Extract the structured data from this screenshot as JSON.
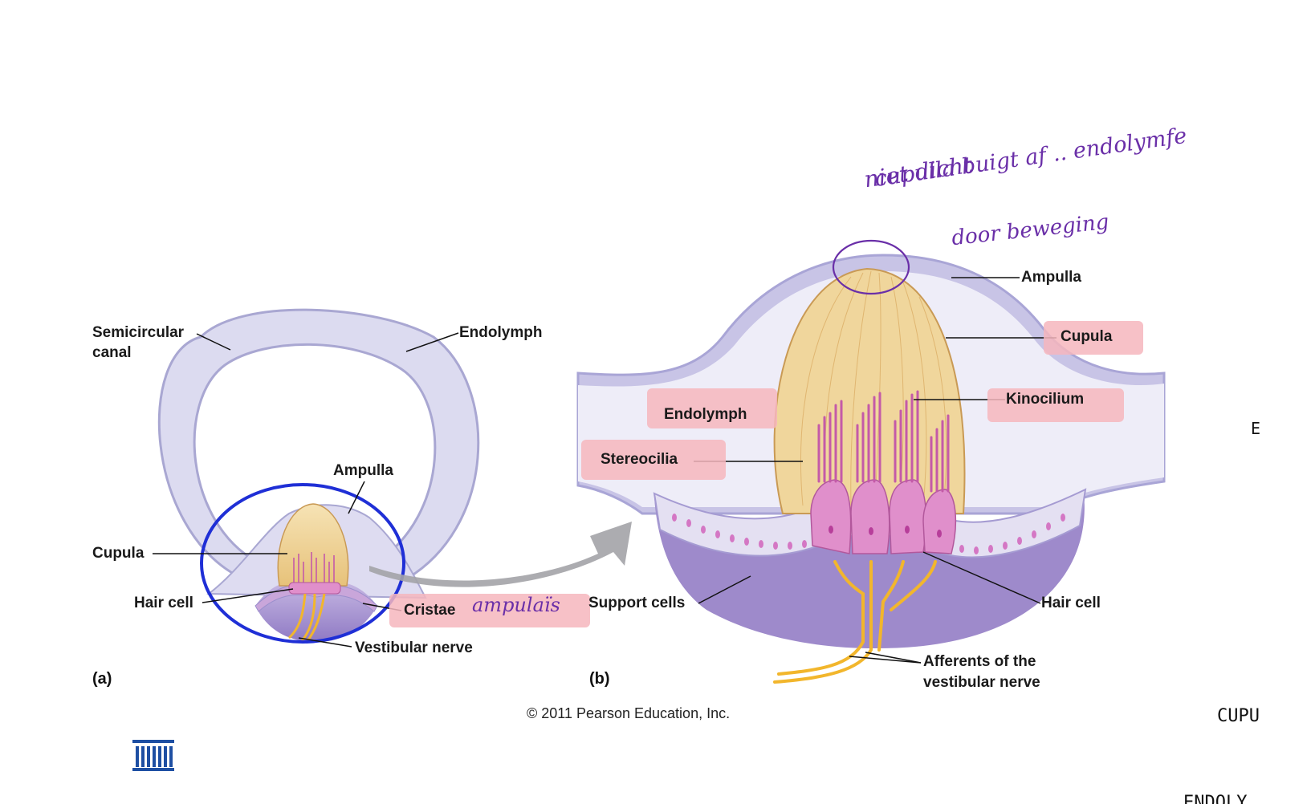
{
  "panel_a": {
    "letter": "(a)",
    "labels": {
      "semicircular_canal_1": "Semicircular",
      "semicircular_canal_2": "canal",
      "endolymph": "Endolymph",
      "ampulla": "Ampulla",
      "cupula": "Cupula",
      "hair_cell": "Hair cell",
      "cristae": "Cristae",
      "vestibular_nerve": "Vestibular nerve"
    }
  },
  "panel_b": {
    "letter": "(b)",
    "labels": {
      "ampulla": "Ampulla",
      "cupula": "Cupula",
      "kinocilium": "Kinocilium",
      "endolymph": "Endolymph",
      "stereocilia": "Stereocilia",
      "support_cells": "Support cells",
      "hair_cell": "Hair cell",
      "afferents_1": "Afferents of the",
      "afferents_2": "vestibular nerve"
    }
  },
  "copyright": "© 2011 Pearson Education, Inc.",
  "handwriting": {
    "line1": "niet dicht",
    "line2": "cupulla buigt af .. endolymfe",
    "line3": "door beweging",
    "cristae_note": "ampulaïs"
  },
  "edge_text": {
    "e": "E",
    "cupu": "CUPU",
    "endoly": "ENDOLY"
  },
  "colors": {
    "canal_fill": "#d9d8ef",
    "canal_edge": "#a9a7d2",
    "cupula": "#f0d69c",
    "hair_cells": "#d97fc2",
    "nerve": "#f2b62c",
    "highlight": "#f6b6bd",
    "circle": "#1f2fd6",
    "ink": "#6a2fa8"
  }
}
